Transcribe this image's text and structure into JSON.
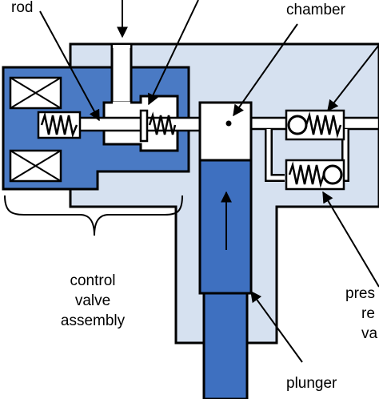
{
  "labels": {
    "rod": "rod",
    "chamber": "chamber",
    "control_valve_assembly": [
      "control",
      "valve",
      "assembly"
    ],
    "pressure_relief_valve": [
      "pres",
      "re",
      "va"
    ],
    "plunger": "plunger"
  },
  "colors": {
    "housing_fill": "#d6e1f0",
    "solenoid_blue": "#4a7ac4",
    "plunger_blue": "#3e70c0",
    "outline": "#000000",
    "white": "#ffffff"
  }
}
